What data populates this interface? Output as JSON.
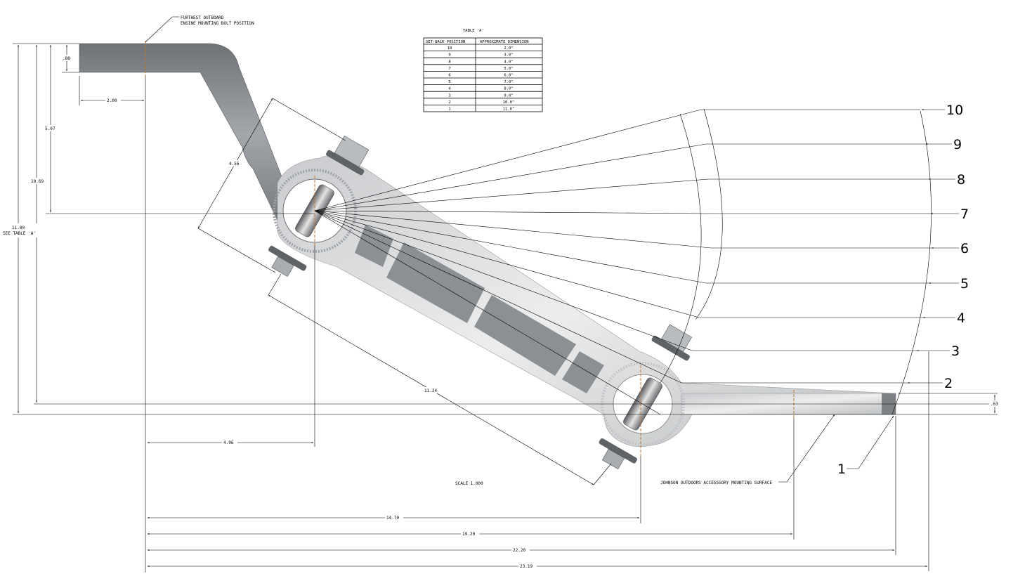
{
  "notes": {
    "bolt_position_line1": "FURTHEST OUTBOARD",
    "bolt_position_line2": "ENGINE MOUNTING BOLT POSITION",
    "scale": "SCALE  1.000",
    "mounting_surface": "JOHNSON OUTDOORS ACCESSSORY MOUNTING SURFACE"
  },
  "table": {
    "title": "TABLE 'A'",
    "headers": [
      "SET-BACK POSITION",
      "APPROXIMATE DIMENSION"
    ],
    "rows": [
      [
        "10",
        "2.0\""
      ],
      [
        "9",
        "3.0\""
      ],
      [
        "8",
        "4.0\""
      ],
      [
        "7",
        "5.0\""
      ],
      [
        "6",
        "6.0\""
      ],
      [
        "5",
        "7.0\""
      ],
      [
        "4",
        "8.0\""
      ],
      [
        "3",
        "9.0\""
      ],
      [
        "2",
        "10.0\""
      ],
      [
        "1",
        "11.0\""
      ]
    ]
  },
  "dimensions": {
    "d_88": ".88",
    "d_200": "2.00",
    "d_507": "5.07",
    "d_1069": "10.69",
    "d_1100_line1": "11.00",
    "d_1100_line2": "SEE TABLE 'A'",
    "d_456": "4.56",
    "d_1124": "11.24",
    "d_496": "4.96",
    "d_063": ".63",
    "d_1470": "14.70",
    "d_1920": "19.20",
    "d_2220": "22.20",
    "d_2319": "23.19"
  },
  "positions": [
    "10",
    "9",
    "8",
    "7",
    "6",
    "5",
    "4",
    "3",
    "2",
    "1"
  ],
  "colors": {
    "bracket_dark": "#8a8d92",
    "bracket_light": "#d6d8db",
    "centerline": "#c8742b",
    "line": "#000000"
  }
}
